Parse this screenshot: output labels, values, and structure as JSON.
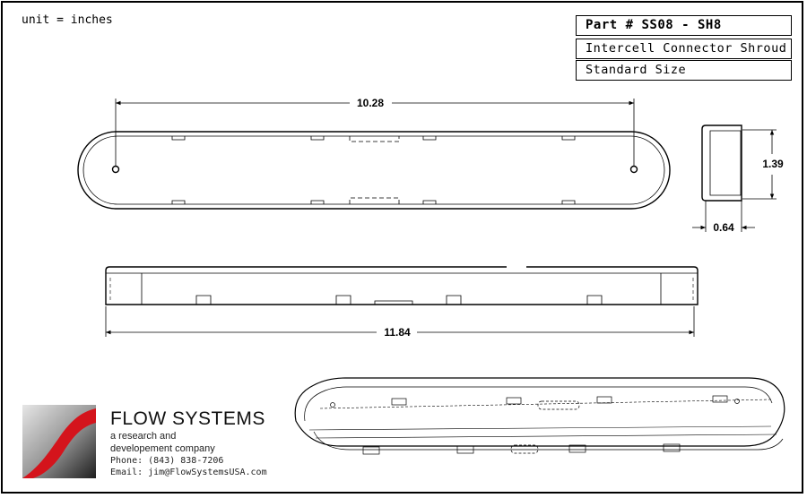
{
  "drawing": {
    "unit_label": "unit = inches",
    "title_block": {
      "part_number": "Part # SS08 - SH8",
      "part_name": "Intercell Connector Shroud",
      "size": "Standard Size"
    },
    "dimensions": {
      "hole_spacing": "10.28",
      "end_height": "1.39",
      "end_width": "0.64",
      "overall_length": "11.84"
    }
  },
  "company": {
    "name": "FLOW SYSTEMS",
    "tagline_1": "a research and",
    "tagline_2": "developement company",
    "phone": "Phone: (843) 838-7206",
    "email": "Email: jim@FlowSystemsUSA.com",
    "logo_colors": {
      "red": "#d4141c",
      "dark": "#2a2a2a",
      "light": "#c8c8c8"
    }
  }
}
